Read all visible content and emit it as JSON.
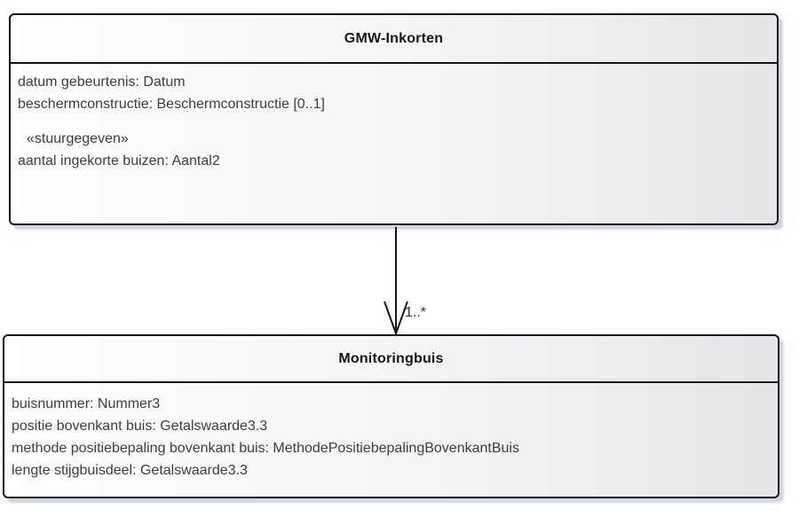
{
  "diagram": {
    "classes": [
      {
        "name": "GMW-Inkorten",
        "attributes": [
          "datum gebeurtenis: Datum",
          "beschermconstructie: Beschermconstructie [0..1]"
        ],
        "stereotype": "«stuurgegeven»",
        "stereotype_attributes": [
          "aantal ingekorte buizen: Aantal2"
        ]
      },
      {
        "name": "Monitoringbuis",
        "attributes": [
          "buisnummer: Nummer3",
          "positie bovenkant buis: Getalswaarde3.3",
          "methode positiebepaling bovenkant buis: MethodePositiebepalingBovenkantBuis",
          "lengte stijgbuisdeel: Getalswaarde3.3"
        ]
      }
    ],
    "connector": {
      "multiplicity": "1..*"
    },
    "colors": {
      "border": "#161616",
      "fill_gradient_start": "#ffffff",
      "fill_gradient_end": "#e6e6e8",
      "attribute_text": "#3d3d3d",
      "shadow": "#b0b5c4"
    }
  }
}
